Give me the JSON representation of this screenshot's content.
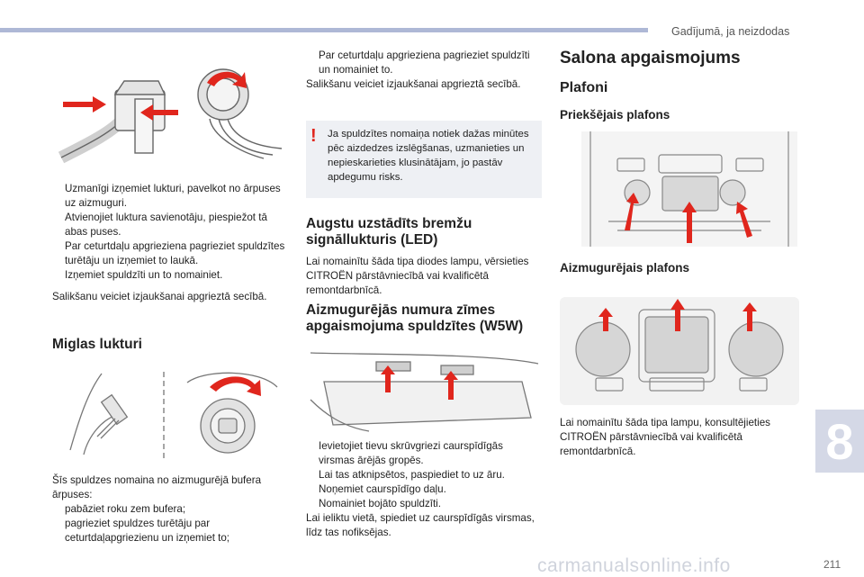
{
  "header": {
    "chapter_title": "Gadījumā, ja neizdodas",
    "chapter_number": "8",
    "page_number": "211"
  },
  "watermark": "carmanualsonline.info",
  "col1": {
    "bullets": [
      "Uzmanīgi izņemiet lukturi, pavelkot no ārpuses uz aizmuguri.",
      "Atvienojiet luktura savienotāju, piespiežot tā abas puses.",
      "Par ceturtdaļu apgrieziena pagrieziet spuldzītes turētāju un izņemiet to laukā.",
      "Izņemiet spuldzīti un to nomainiet."
    ],
    "reassembly": "Salikšanu veiciet izjaukšanai apgrieztā secībā.",
    "fog_title": "Miglas lukturi",
    "fog_intro": "Šīs spuldzes nomaina no aizmugurējā bufera ārpuses:",
    "fog_bullets": [
      "pabāziet roku zem bufera;",
      "pagrieziet spuldzes turētāju par ceturtdaļapgriezienu un izņemiet to;"
    ]
  },
  "col2": {
    "bullet_top": "Par ceturtdaļu apgrieziena pagrieziet spuldzīti un nomainiet to.",
    "reassembly": "Salikšanu veiciet izjaukšanai apgrieztā secībā.",
    "warning_text": "Ja spuldzītes nomaiņa notiek dažas minūtes pēc aizdedzes izslēgšanas, uzmanieties un nepieskarieties klusinātājam, jo pastāv apdegumu risks.",
    "brake_title": "Augstu uzstādīts bremžu signāllukturis (LED)",
    "brake_text": "Lai nomainītu šāda tipa diodes lampu, vērsieties CITROËN pārstāvniecībā vai kvalificētā remontdarbnīcā.",
    "plate_title": "Aizmugurējās numura zīmes apgaismojuma spuldzītes (W5W)",
    "plate_bullets": [
      "Ievietojiet tievu skrūvgriezi caurspīdīgās virsmas ārējās gropēs.",
      "Lai tas atknipsētos, paspiediet to uz āru.",
      "Noņemiet caurspīdīgo daļu.",
      "Nomainiet bojāto spuldzīti."
    ],
    "plate_reassembly": "Lai ieliktu vietā, spiediet uz caurspīdīgās virsmas, līdz tas nofiksējas."
  },
  "col3": {
    "title": "Salona apgaismojums",
    "subtitle": "Plafoni",
    "front_title": "Priekšējais plafons",
    "rear_title": "Aizmugurējais plafons",
    "rear_text": "Lai nomainītu šāda tipa lampu, konsultējieties CITROËN pārstāvniecībā vai kvalificētā remontdarbnīcā."
  },
  "bullet_symbol": "",
  "warning_symbol": "!",
  "colors": {
    "accent_bar": "#aeb8d6",
    "arrow_red": "#e0261d",
    "tab_bg": "#d4d8e6",
    "warn_bg": "#eef0f4"
  }
}
